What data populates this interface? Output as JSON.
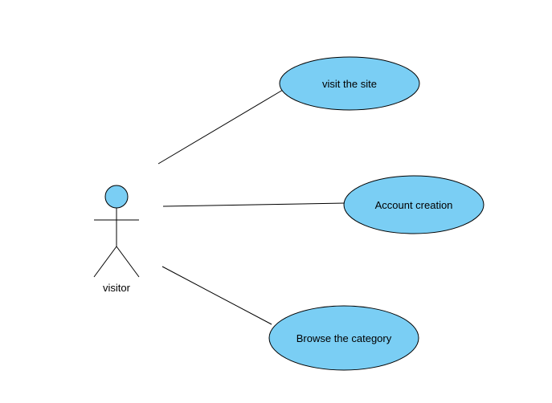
{
  "colors": {
    "background": "#ffffff",
    "use_case_fill": "#7acef4",
    "actor_head_fill": "#7acef4",
    "stroke": "#000000"
  },
  "actor": {
    "label": "visitor",
    "icon": "stick-figure-icon"
  },
  "use_cases": [
    {
      "label": "visit the site"
    },
    {
      "label": "Account creation"
    },
    {
      "label": "Browse the category"
    }
  ]
}
